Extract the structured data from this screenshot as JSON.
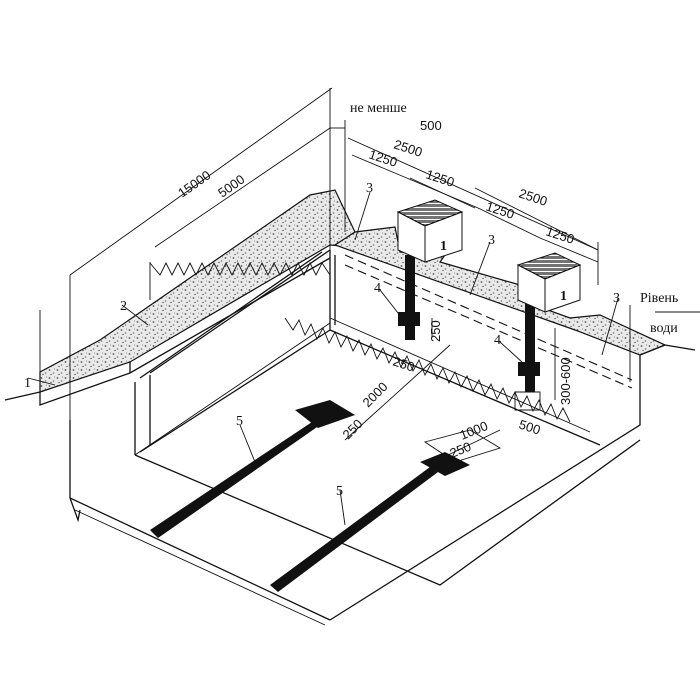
{
  "labels": {
    "min_note": "не менше",
    "water_level_line1": "Рівень",
    "water_level_line2": "води"
  },
  "dims": {
    "d15000": "15000",
    "d5000": "5000",
    "d500": "500",
    "d2500a": "2500",
    "d1250a": "1250",
    "d1250b": "1250",
    "d1250c": "1250",
    "d2500b": "2500",
    "d1250d": "1250",
    "d250a": "250",
    "d250b": "250",
    "d2000": "2000",
    "d250c": "250",
    "d300_600": "300-600",
    "d500b": "500",
    "d1000": "1000",
    "d250d": "250"
  },
  "markers": {
    "m1": "1",
    "m2": "2",
    "m3a": "3",
    "m3b": "3",
    "m3c": "3",
    "m4a": "4",
    "m4b": "4",
    "m5a": "5",
    "m5b": "5",
    "box1": "1",
    "box2": "1"
  }
}
